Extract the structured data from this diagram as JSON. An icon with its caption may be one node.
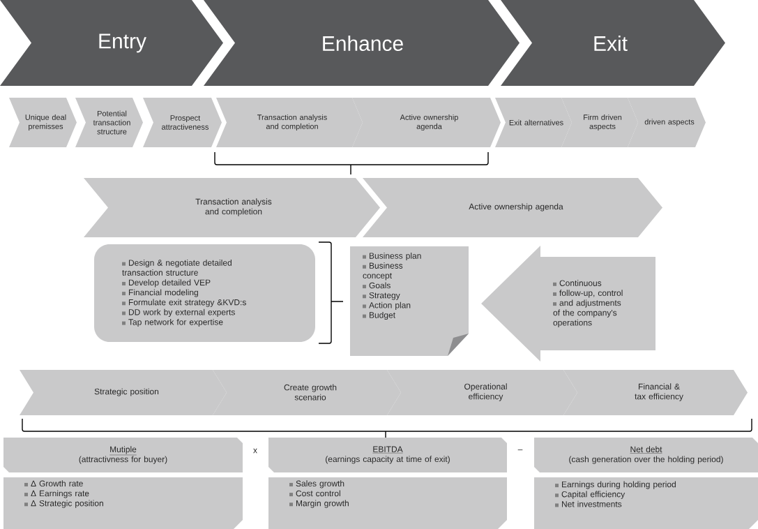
{
  "diagram": {
    "nodes": [
      {
        "text": [
          "Entry"
        ]
      },
      {
        "text": [
          "Enhance"
        ]
      },
      {
        "text": [
          "Exit"
        ]
      },
      {
        "text": [
          "Unique deal premisses"
        ]
      },
      {
        "text": [
          "Potential transaction structure"
        ]
      },
      {
        "text": [
          "Prospect attractiveness"
        ]
      },
      {
        "text": [
          "Transaction analysis and completion"
        ]
      },
      {
        "text": [
          "Active ownership agenda"
        ]
      },
      {
        "text": [
          "Exit alternatives"
        ]
      },
      {
        "text": [
          "Firm driven aspects"
        ]
      },
      {
        "text": [
          "driven aspects"
        ]
      },
      {
        "text": [
          "Transaction analysis and completion"
        ]
      },
      {
        "text": [
          "Active ownership agenda"
        ]
      },
      {
        "text": [
          "Design & negotiate detailed transaction structure",
          "Develop detailed VEP",
          "Financial modeling",
          "Formulate exit strategy &KVD:s",
          "DD work by external experts",
          "Tap network for expertise"
        ]
      },
      {
        "text": [
          "Business plan",
          "Business concept",
          "Goals",
          "Strategy",
          "Action plan",
          "Budget"
        ]
      },
      {
        "text": [
          "Continuous",
          "follow-up, control",
          "and adjustments of the company's operations"
        ]
      },
      {
        "text": [
          "Strategic position"
        ]
      },
      {
        "text": [
          "Create growth scenario"
        ]
      },
      {
        "text": [
          "Operational efficiency"
        ]
      },
      {
        "text": [
          "Financial & tax efficiency"
        ]
      },
      {
        "text": [
          "Mutiple",
          "(attractivness for buyer)"
        ]
      },
      {
        "text": [
          "EBITDA",
          "(earnings capacity at time of exit)"
        ]
      },
      {
        "text": [
          "Net debt",
          "(cash generation over the holding period)"
        ]
      },
      {
        "text": [
          "Δ Growth rate",
          "Δ Earnings rate",
          "Δ Strategic position"
        ]
      },
      {
        "text": [
          "Sales growth",
          "Cost control",
          "Margin growth"
        ]
      },
      {
        "text": [
          "Earnings during holding period",
          "Capital efficiency",
          "Net investments"
        ]
      }
    ],
    "labels": [
      "x",
      "–"
    ]
  }
}
